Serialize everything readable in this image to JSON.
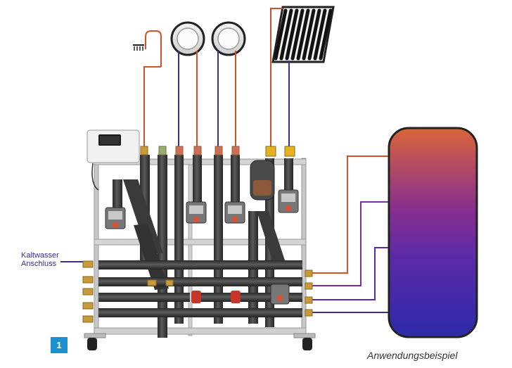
{
  "labels": {
    "cold_water_line1": "Kaltwasser",
    "cold_water_line2": "Anschluss",
    "application_example": "Anwendungsbeispiel",
    "figure_number": "1"
  },
  "colors": {
    "hot_line": "#d2502a",
    "cold_line": "#3a2f9a",
    "frame": "#b9b9b9",
    "insulation": "#3b3b3b",
    "brass": "#c99a3a",
    "badge": "#1d90cf",
    "tank_top": "#d9653a",
    "tank_mid": "#7a2ea0",
    "tank_bottom": "#2c2aa8"
  },
  "icons": [
    "shower-icon",
    "radiator-icon",
    "radiator-icon",
    "solar-collector-icon",
    "controller-icon",
    "pump-icon",
    "storage-tank-icon"
  ]
}
